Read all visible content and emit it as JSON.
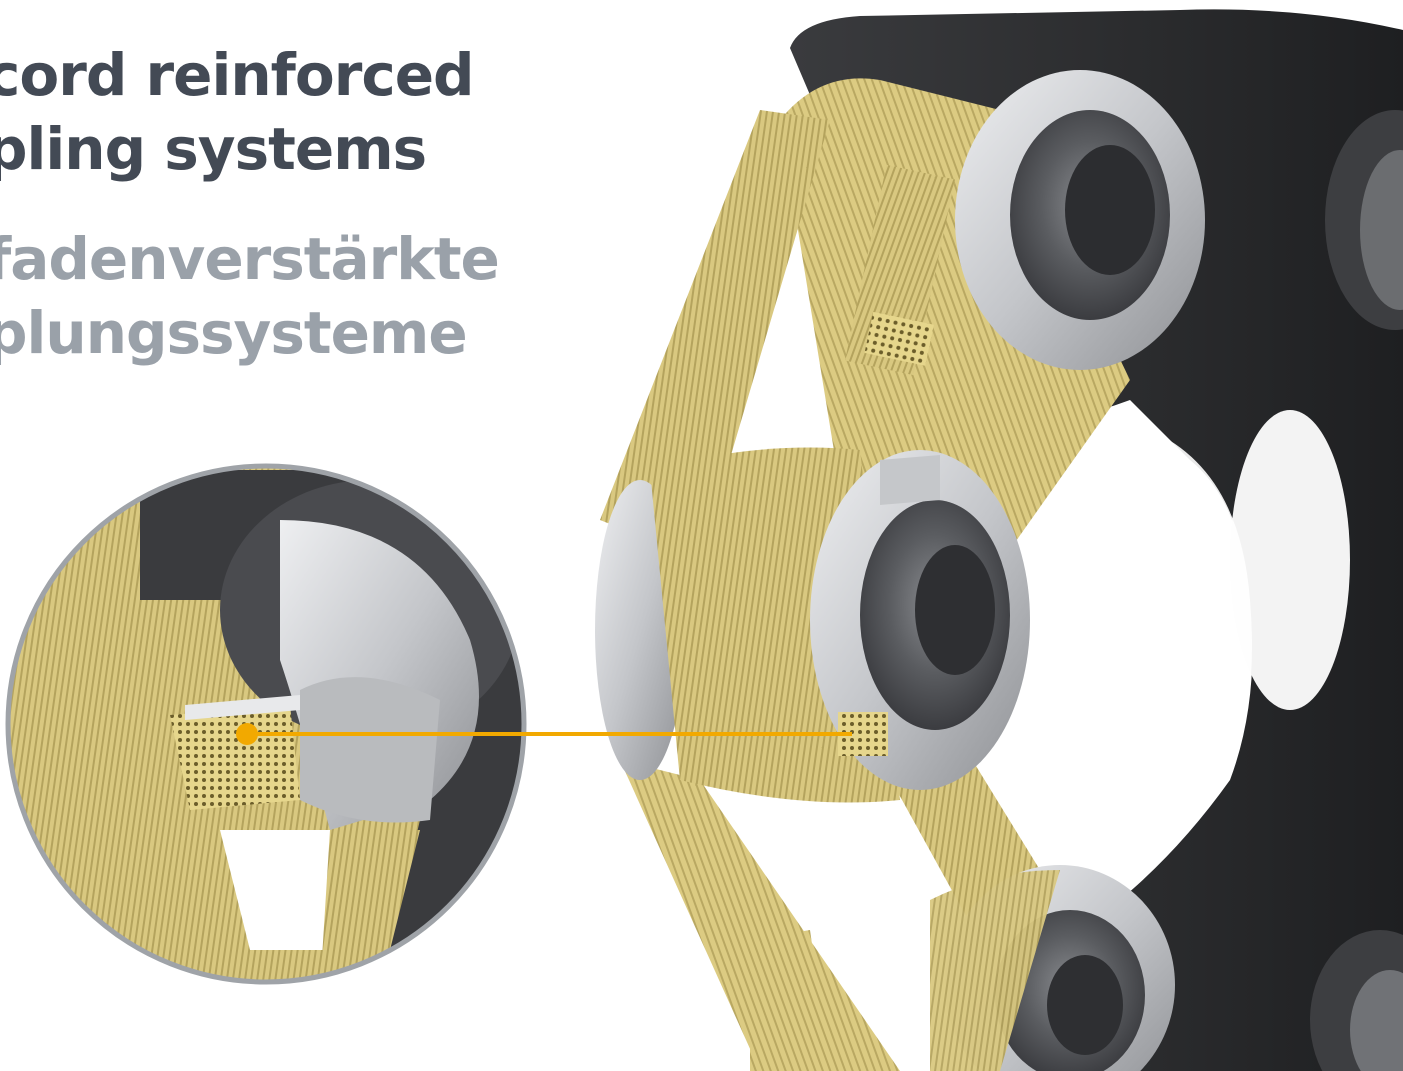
{
  "headline_en": {
    "line1": "cord reinforced",
    "line2": "pling systems"
  },
  "headline_de": {
    "line1": "fadenverstärkte",
    "line2": "plungssysteme"
  },
  "colors": {
    "heading_dark": "#434a55",
    "heading_light": "#9aa1a9",
    "cord_yellow": "#d8c87d",
    "rubber_black": "#2d2e30",
    "metal_silver": "#c8cacd",
    "callout_orange": "#f2a900"
  },
  "figure": {
    "subject": "coupling-cutaway",
    "callout": "cord-cross-section-magnifier"
  }
}
